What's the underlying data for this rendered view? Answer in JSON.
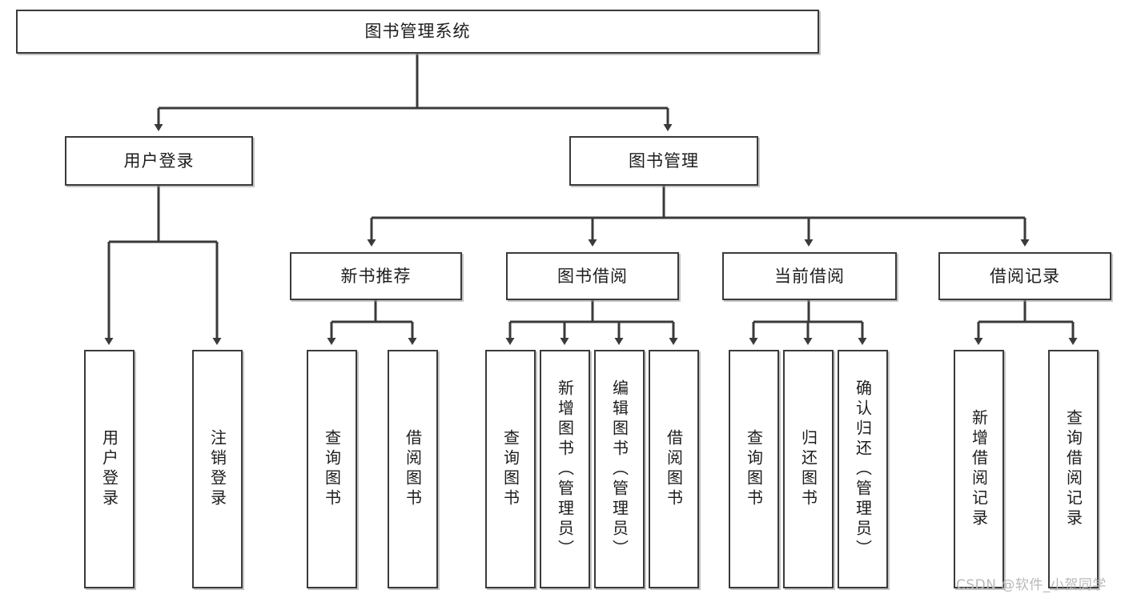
{
  "diagram": {
    "title": "图书管理系统",
    "type": "tree-structure-diagram",
    "colors": {
      "box_border": "#3a3a3a",
      "box_fill": "#ffffff",
      "line": "#3a3a3a",
      "text": "#1d1d1d",
      "watermark": "#b9b9b9",
      "background": "#ffffff"
    }
  },
  "nodes": {
    "root": {
      "label": "图书管理系统"
    },
    "level2": [
      {
        "id": "user-login",
        "label": "用户登录"
      },
      {
        "id": "book-management",
        "label": "图书管理"
      }
    ],
    "level3": [
      {
        "id": "new-book-recommend",
        "label": "新书推荐"
      },
      {
        "id": "book-borrow",
        "label": "图书借阅"
      },
      {
        "id": "current-borrow",
        "label": "当前借阅"
      },
      {
        "id": "borrow-record",
        "label": "借阅记录"
      }
    ],
    "leaves": [
      {
        "id": "leaf-user-login",
        "label": "用户登录",
        "parent": "user-login"
      },
      {
        "id": "leaf-logout-login",
        "label": "注销登录",
        "parent": "user-login"
      },
      {
        "id": "leaf-query-book-1",
        "label": "查询图书",
        "parent": "new-book-recommend"
      },
      {
        "id": "leaf-borrow-book-1",
        "label": "借阅图书",
        "parent": "new-book-recommend"
      },
      {
        "id": "leaf-query-book-2",
        "label": "查询图书",
        "parent": "book-borrow"
      },
      {
        "id": "leaf-add-book",
        "label": "新增图书（管理员）",
        "parent": "book-borrow"
      },
      {
        "id": "leaf-edit-book",
        "label": "编辑图书（管理员）",
        "parent": "book-borrow"
      },
      {
        "id": "leaf-borrow-book-2",
        "label": "借阅图书",
        "parent": "book-borrow"
      },
      {
        "id": "leaf-query-book-3",
        "label": "查询图书",
        "parent": "current-borrow"
      },
      {
        "id": "leaf-return-book",
        "label": "归还图书",
        "parent": "current-borrow"
      },
      {
        "id": "leaf-confirm-return",
        "label": "确认归还（管理员）",
        "parent": "current-borrow"
      },
      {
        "id": "leaf-add-record",
        "label": "新增借阅记录",
        "parent": "borrow-record"
      },
      {
        "id": "leaf-query-record",
        "label": "查询借阅记录",
        "parent": "borrow-record"
      }
    ]
  },
  "watermark": {
    "text": "CSDN @软件_小贺同学"
  }
}
